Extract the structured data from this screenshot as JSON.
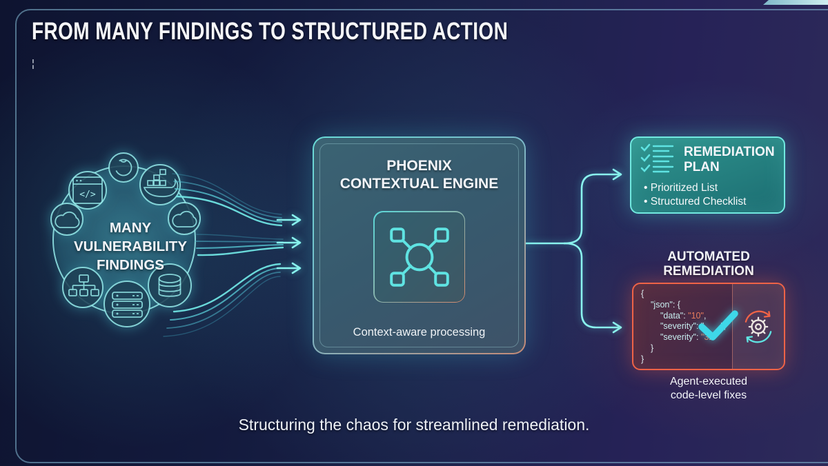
{
  "slide": {
    "title": "FROM MANY FINDINGS TO STRUCTURED ACTION",
    "stray_mark": "¦",
    "footer": "Structuring the chaos for streamlined remediation."
  },
  "cloud": {
    "label": "MANY\nVULNERABILITY\nFINDINGS",
    "code_glyph": "</>",
    "icons": [
      "code-window",
      "package-circle",
      "docker-whale",
      "cloud",
      "cloud",
      "sitemap",
      "server-rack",
      "database"
    ]
  },
  "engine": {
    "title": "PHOENIX\nCONTEXTUAL ENGINE",
    "caption": "Context-aware processing",
    "icon": "hub-network"
  },
  "plan": {
    "title": "REMEDIATION\nPLAN",
    "icon": "checklist",
    "bullets": [
      "Prioritized List",
      "Structured Checklist"
    ]
  },
  "automation": {
    "title": "AUTOMATED\nREMEDIATION",
    "caption": "Agent-executed\ncode-level fixes",
    "icons": [
      "check",
      "gear-sync"
    ],
    "code": {
      "lines": [
        {
          "indent": 0,
          "parts": [
            [
              "p",
              "{"
            ]
          ]
        },
        {
          "indent": 1,
          "parts": [
            [
              "k",
              "\"json\""
            ],
            [
              "p",
              ": {"
            ]
          ]
        },
        {
          "indent": 2,
          "parts": [
            [
              "k",
              "\"data\""
            ],
            [
              "p",
              ": "
            ],
            [
              "v",
              "\"10\""
            ],
            [
              "p",
              ","
            ]
          ]
        },
        {
          "indent": 2,
          "parts": [
            [
              "k",
              "\"severity\""
            ],
            [
              "p",
              ": \""
            ],
            [
              "gap",
              ""
            ],
            [
              "p",
              "\","
            ]
          ]
        },
        {
          "indent": 2,
          "parts": [
            [
              "k",
              "\"severity\""
            ],
            [
              "p",
              ": "
            ],
            [
              "v",
              "\"32\""
            ]
          ]
        },
        {
          "indent": 1,
          "parts": [
            [
              "p",
              "}"
            ]
          ]
        },
        {
          "indent": 0,
          "parts": [
            [
              "p",
              "}"
            ]
          ]
        }
      ]
    }
  },
  "colors": {
    "accent-cyan": "#5fe3e2",
    "accent-cyan-bright": "#8af3ee",
    "accent-orange": "#ef6347",
    "check-cyan": "#3ed8e8",
    "plan-fill-top": "#2f948e",
    "plan-fill-bottom": "#1c6d72",
    "plan-border": "#72e9e0",
    "code-key": "#c7edef",
    "code-value": "#e87c5c",
    "code-punct": "#dcebf0"
  }
}
